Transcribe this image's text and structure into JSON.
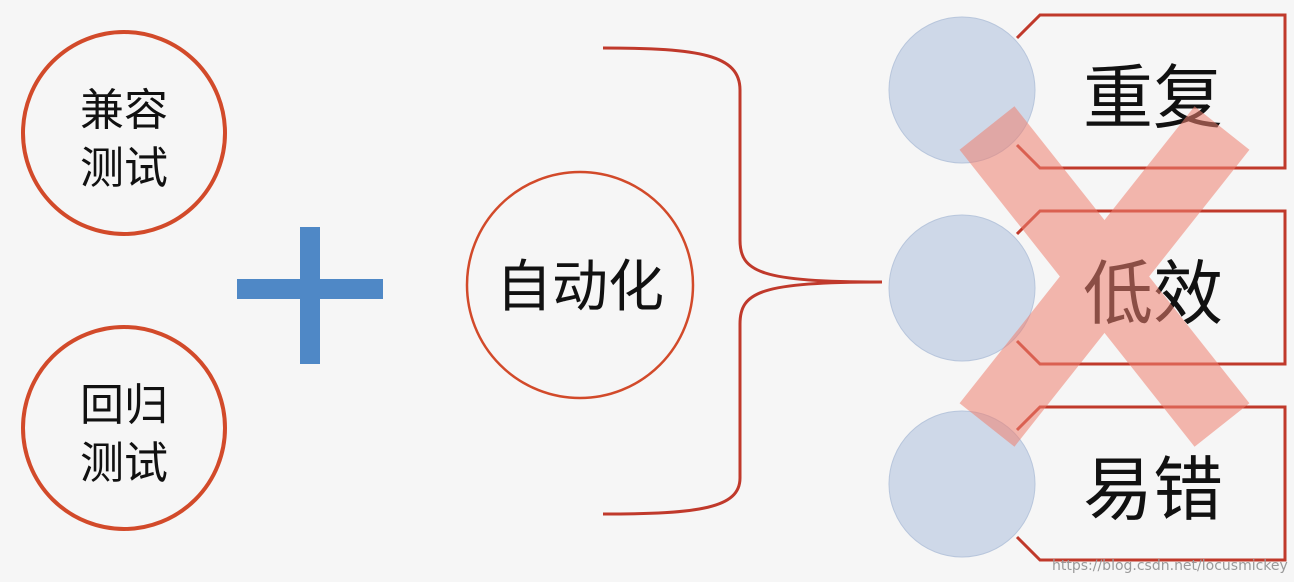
{
  "left_items": [
    {
      "line1": "兼容",
      "line2": "测试"
    },
    {
      "line1": "回归",
      "line2": "测试"
    }
  ],
  "plus_icon": "plus-icon",
  "center_label": "自动化",
  "right_items": [
    "重复",
    "低效",
    "易错"
  ],
  "cross_icon": "cross-x-icon",
  "watermark": "https://blog.csdn.net/locusmickey",
  "colors": {
    "background": "#f6f6f6",
    "circle_stroke": "#d24a2a",
    "plus": "#4f88c6",
    "box_stroke": "#c0392b",
    "bullet_fill": "#c8d4e6",
    "cross_fill": "#f08070"
  }
}
